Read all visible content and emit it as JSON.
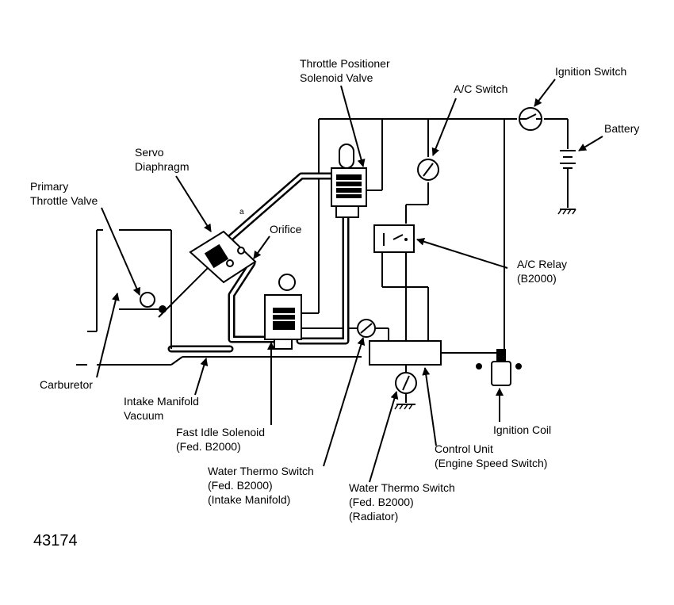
{
  "labels": {
    "throttle_positioner_line1": "Throttle Positioner",
    "throttle_positioner_line2": "Solenoid Valve",
    "ac_switch": "A/C Switch",
    "ignition_switch": "Ignition Switch",
    "battery": "Battery",
    "servo_line1": "Servo",
    "servo_line2": "Diaphragm",
    "primary_line1": "Primary",
    "primary_line2": "Throttle Valve",
    "orifice": "Orifice",
    "ac_relay_line1": "A/C Relay",
    "ac_relay_line2": "(B2000)",
    "carburetor": "Carburetor",
    "intake_line1": "Intake Manifold",
    "intake_line2": "Vacuum",
    "fast_idle_line1": "Fast Idle Solenoid",
    "fast_idle_line2": "(Fed. B2000)",
    "ignition_coil": "Ignition Coil",
    "control_unit_line1": "Control Unit",
    "control_unit_line2": "(Engine Speed Switch)",
    "wts_intake_line1": "Water Thermo Switch",
    "wts_intake_line2": "(Fed. B2000)",
    "wts_intake_line3": "(Intake Manifold)",
    "wts_radiator_line1": "Water Thermo Switch",
    "wts_radiator_line2": "(Fed. B2000)",
    "wts_radiator_line3": "(Radiator)",
    "figure_number": "43174"
  },
  "markers": {
    "arrow_a": "a"
  }
}
